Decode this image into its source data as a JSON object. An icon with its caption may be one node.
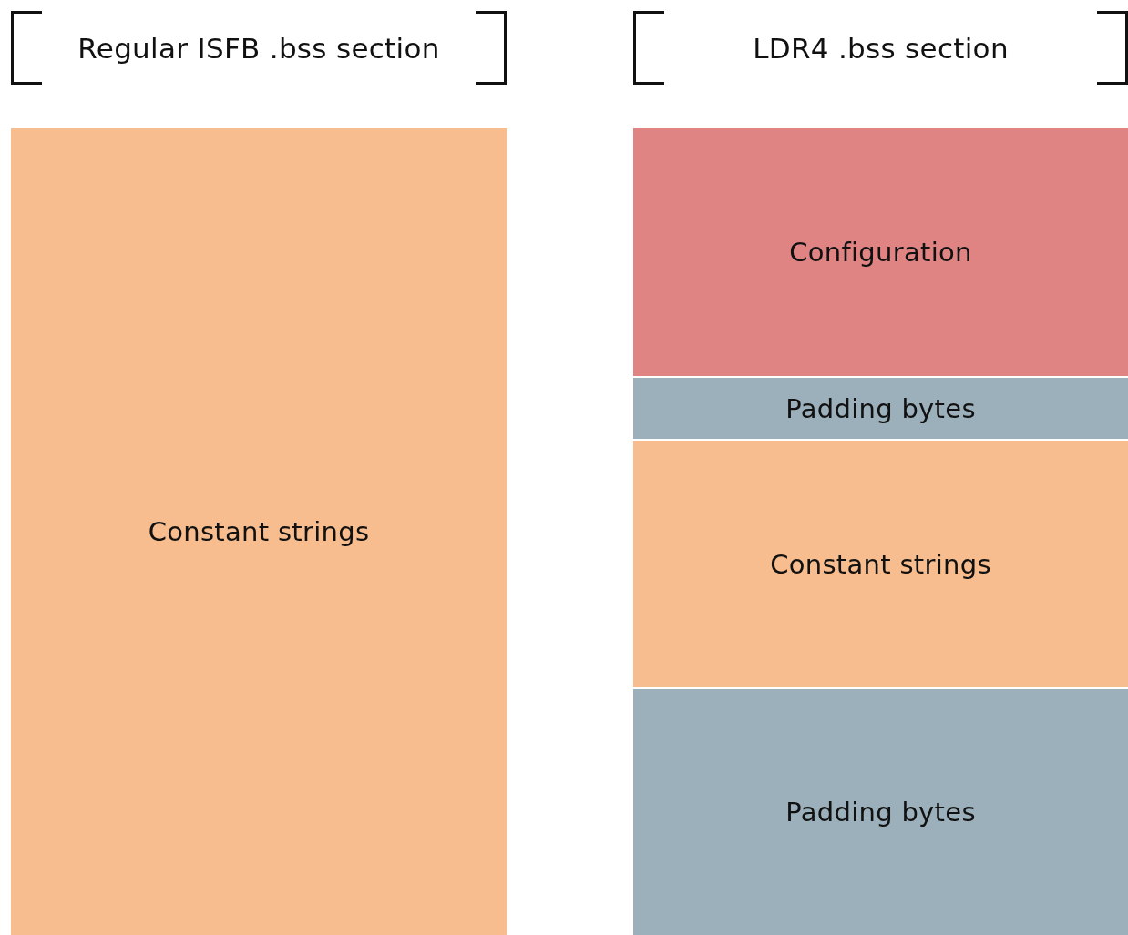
{
  "diagram": {
    "nodes": [
      {
        "text": [
          "Regular ISFB .bss section"
        ]
      },
      {
        "text": [
          "Constant strings"
        ]
      },
      {
        "text": [
          "LDR4 .bss section"
        ]
      },
      {
        "text": [
          "Configuration"
        ]
      },
      {
        "text": [
          "Padding bytes"
        ]
      },
      {
        "text": [
          "Constant strings"
        ]
      },
      {
        "text": [
          "Padding bytes"
        ]
      }
    ]
  }
}
